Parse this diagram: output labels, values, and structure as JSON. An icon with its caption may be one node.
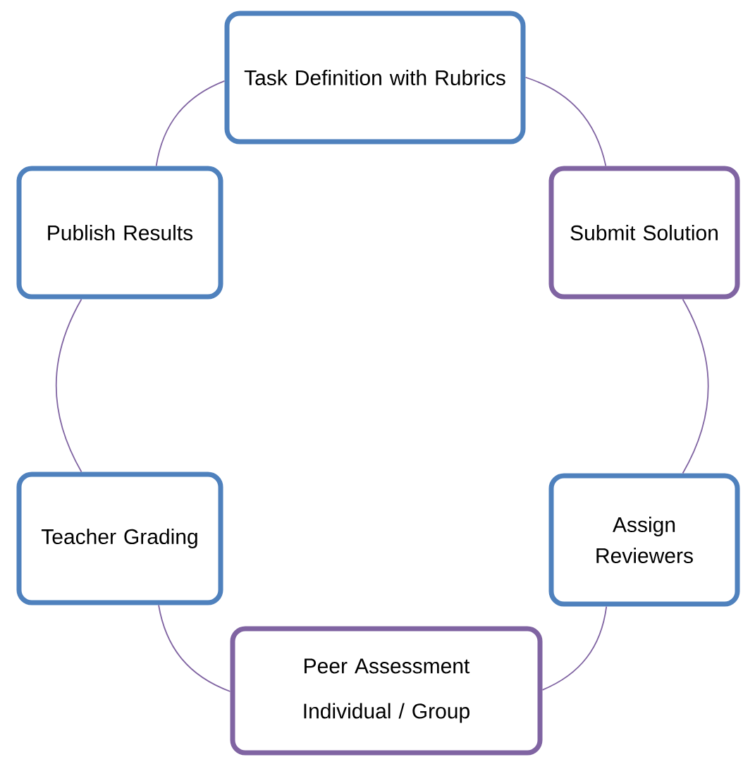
{
  "diagram": {
    "nodes": [
      {
        "text": [
          "Task Definition with Rubrics"
        ]
      },
      {
        "text": [
          "Submit Solution"
        ]
      },
      {
        "text": [
          "Assign Reviewers"
        ]
      },
      {
        "text": [
          "Peer Assessment",
          "Individual / Group"
        ]
      },
      {
        "text": [
          "Teacher Grading"
        ]
      },
      {
        "text": [
          "Publish Results"
        ]
      }
    ],
    "edges": [
      {
        "from": 0,
        "to": 1,
        "arrow": "none"
      },
      {
        "from": 1,
        "to": 2,
        "arrow": "none"
      },
      {
        "from": 2,
        "to": 3,
        "arrow": "none"
      },
      {
        "from": 3,
        "to": 4,
        "arrow": "none"
      },
      {
        "from": 4,
        "to": 5,
        "arrow": "none"
      },
      {
        "from": 5,
        "to": 0,
        "arrow": "none"
      }
    ]
  }
}
